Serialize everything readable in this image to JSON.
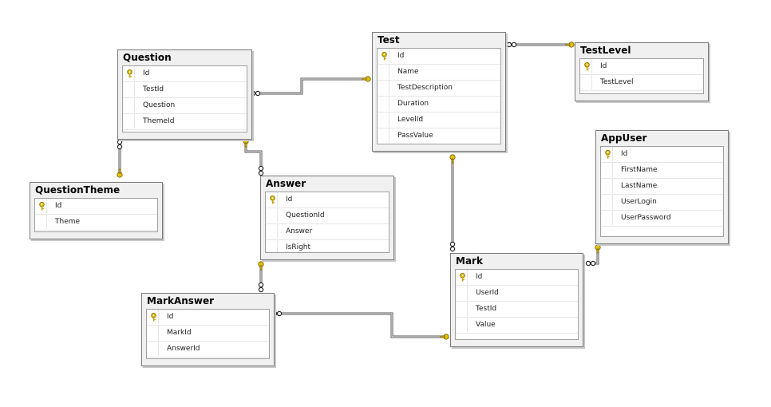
{
  "tables": {
    "question": {
      "title": "Question",
      "columns": [
        "Id",
        "TestId",
        "Question",
        "ThemeId"
      ]
    },
    "test": {
      "title": "Test",
      "columns": [
        "Id",
        "Name",
        "TestDescription",
        "Duration",
        "LevelId",
        "PassValue"
      ]
    },
    "testlevel": {
      "title": "TestLevel",
      "columns": [
        "Id",
        "TestLevel"
      ]
    },
    "appuser": {
      "title": "AppUser",
      "columns": [
        "Id",
        "FirstName",
        "LastName",
        "UserLogin",
        "UserPassword"
      ]
    },
    "questiontheme": {
      "title": "QuestionTheme",
      "columns": [
        "Id",
        "Theme"
      ]
    },
    "answer": {
      "title": "Answer",
      "columns": [
        "Id",
        "QuestionId",
        "Answer",
        "IsRight"
      ]
    },
    "mark": {
      "title": "Mark",
      "columns": [
        "Id",
        "UserId",
        "TestId",
        "Value"
      ]
    },
    "markanswer": {
      "title": "MarkAnswer",
      "columns": [
        "Id",
        "MarkId",
        "AnswerId"
      ]
    }
  },
  "primary_key_icon": "key-icon",
  "colors": {
    "key": "#e0b800",
    "line": "#555555",
    "header_bg": "#f0f0f0"
  }
}
